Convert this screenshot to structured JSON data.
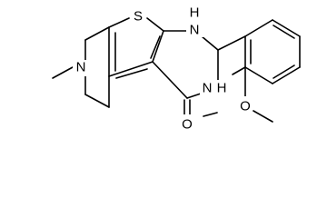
{
  "molecule": {
    "atoms": {
      "S": "S",
      "N_top": "N",
      "H_top": "H",
      "N_bottom": "N",
      "H_bottom": "H",
      "N_ring": "N",
      "O_carbonyl": "O",
      "O_methoxy": "O"
    }
  }
}
